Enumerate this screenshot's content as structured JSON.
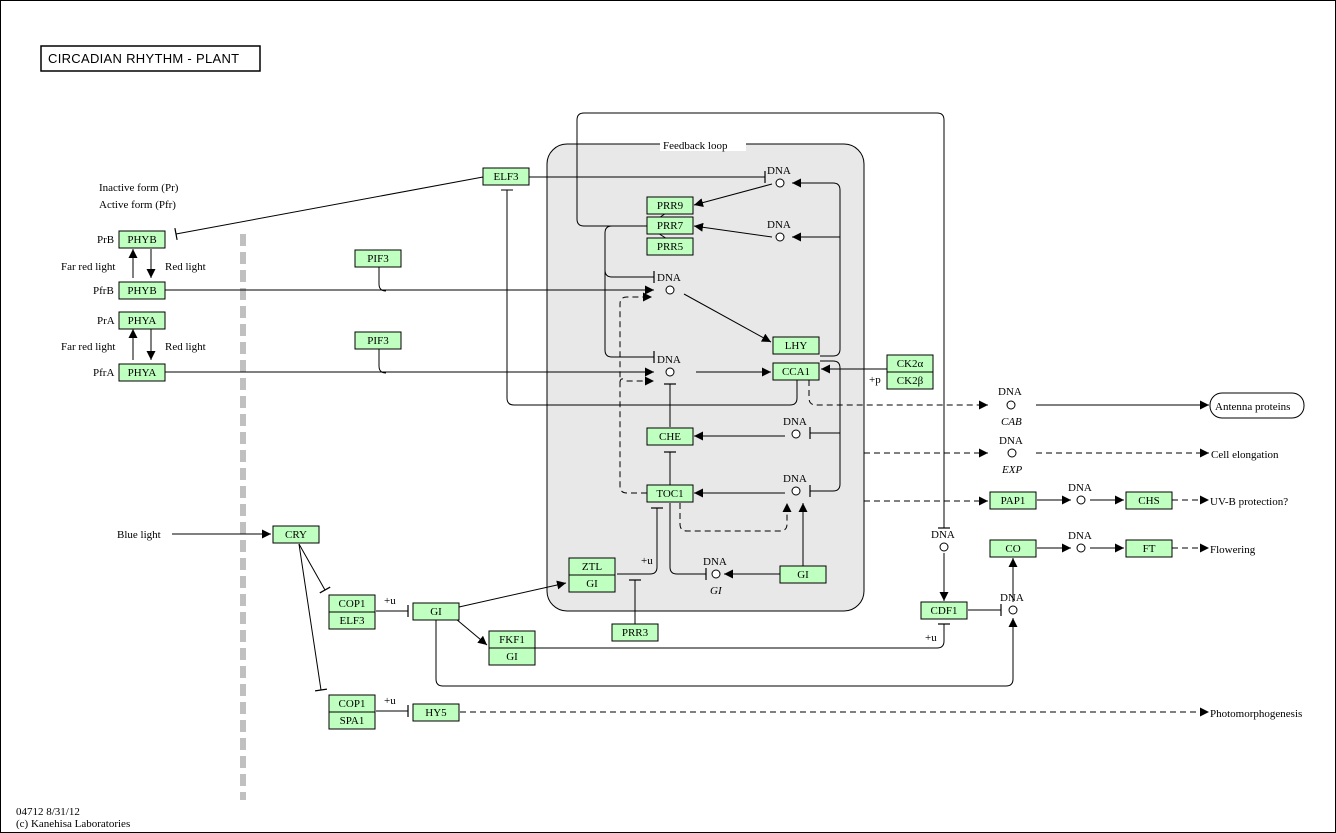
{
  "title": "CIRCADIAN RHYTHM - PLANT",
  "footer": {
    "line1": "04712 8/31/12",
    "line2": "(c) Kanehisa Laboratories"
  },
  "legend": {
    "inactive": "Inactive form (Pr)",
    "active": "Active form (Pfr)"
  },
  "feedback_label": "Feedback loop",
  "labels": {
    "prb": "PrB",
    "pfrb": "PfrB",
    "pra": "PrA",
    "pfra": "PfrA",
    "far_red_1": "Far red light",
    "red_1": "Red light",
    "far_red_2": "Far red light",
    "red_2": "Red light",
    "blue_light": "Blue light",
    "antenna": "Antenna proteins",
    "cell_elong": "Cell elongation",
    "uvb": "UV-B protection?",
    "flowering": "Flowering",
    "photomorph": "Photomorphogenesis",
    "cab": "CAB",
    "exp": "EXP",
    "gi_it": "GI",
    "plus_p": "+p",
    "plus_u_1": "+u",
    "plus_u_2": "+u",
    "plus_u_3": "+u",
    "plus_u_4": "+u"
  },
  "dna_label": "DNA",
  "genes": {
    "elf3": "ELF3",
    "phyb_pr": "PHYB",
    "phyb_pfr": "PHYB",
    "phya_pr": "PHYA",
    "phya_pfr": "PHYA",
    "pif3_a": "PIF3",
    "pif3_b": "PIF3",
    "prr9": "PRR9",
    "prr7": "PRR7",
    "prr5": "PRR5",
    "lhy": "LHY",
    "cca1": "CCA1",
    "che": "CHE",
    "toc1": "TOC1",
    "gi_loop": "GI",
    "ztl": "ZTL",
    "ztl_gi": "GI",
    "prr3": "PRR3",
    "ck2a": "CK2α",
    "ck2b": "CK2β",
    "cry": "CRY",
    "cop1_a": "COP1",
    "elf3_b": "ELF3",
    "gi_main": "GI",
    "fkf1": "FKF1",
    "fkf1_gi": "GI",
    "cop1_b": "COP1",
    "spa1": "SPA1",
    "hy5": "HY5",
    "cdf1": "CDF1",
    "co": "CO",
    "ft": "FT",
    "pap1": "PAP1",
    "chs": "CHS"
  },
  "colors": {
    "gene_fill": "#bfffbf",
    "loop_fill": "#e8e8e8",
    "membrane": "#c0c0c0"
  }
}
